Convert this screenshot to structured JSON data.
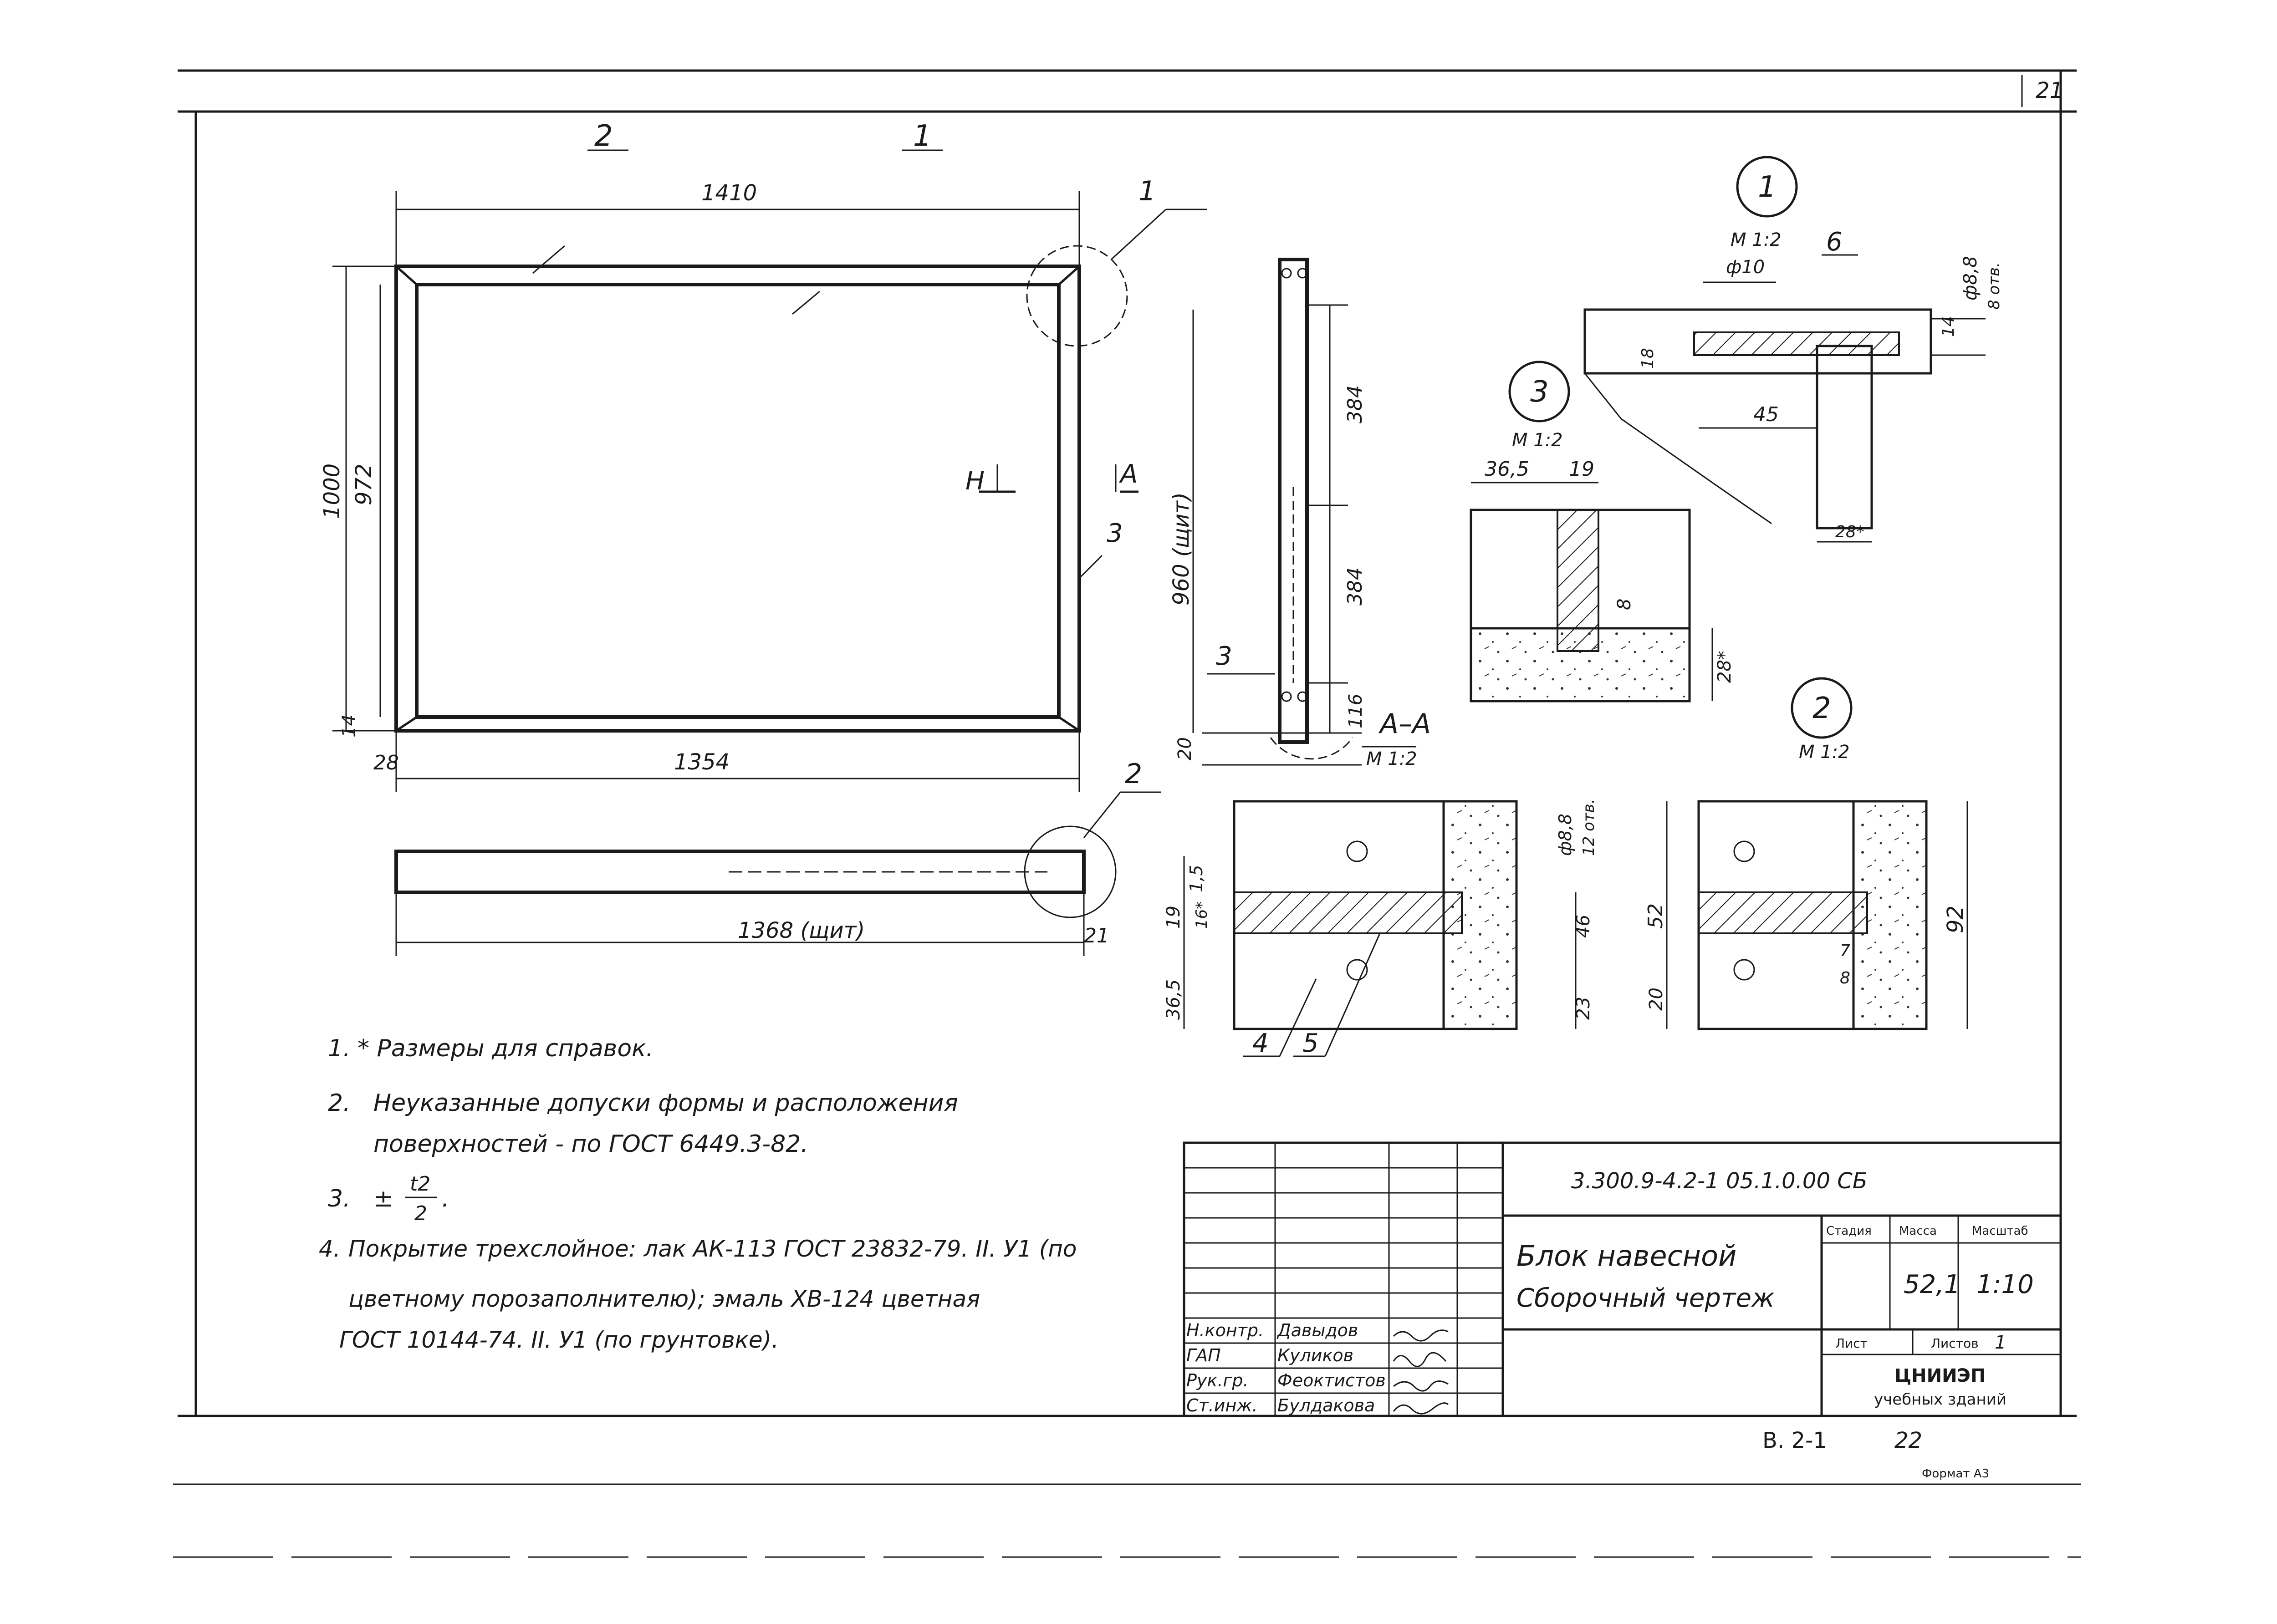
{
  "sheet": {
    "corner_number": "21",
    "bottom_code": "В. 2-1",
    "bottom_page": "22",
    "format": "Формат А3"
  },
  "main_view": {
    "pos_label_2": "2",
    "pos_label_1": "1",
    "dim_width": "1410",
    "dim_height": "1000",
    "dim_inner_height": "972",
    "dim_inner_width": "1354",
    "dim_side": "28",
    "dim_bottom": "14",
    "callout_1": "1",
    "callout_3": "3",
    "section_mark": "А",
    "view_mark": "Н"
  },
  "side_view": {
    "dim_total": "960 (щит)",
    "dim_upper": "384",
    "dim_lower": "384",
    "dim_small": "116",
    "dim_base": "20",
    "callout_3": "3",
    "section_title": "А–А",
    "section_scale": "М 1:2"
  },
  "bottom_view": {
    "dim_length": "1368 (щит)",
    "dim_end": "21",
    "callout_2": "2"
  },
  "detail_1": {
    "number": "1",
    "scale": "М 1:2",
    "dim_phi": "ф10",
    "callout_6": "6",
    "dim_hole": "ф8,8",
    "hole_count": "8 отв.",
    "dim_14": "14",
    "dim_18": "18",
    "dim_45": "45",
    "dim_28": "28*"
  },
  "detail_3": {
    "number": "3",
    "scale": "М 1:2",
    "dim_36": "36,5",
    "dim_19": "19",
    "dim_8": "8",
    "dim_28": "28*"
  },
  "detail_2": {
    "number": "2",
    "scale": "М 1:2",
    "dim_52": "52",
    "dim_92": "92",
    "dim_20": "20",
    "dim_7": "7",
    "dim_8": "8"
  },
  "section_aa": {
    "dim_hole": "ф8,8",
    "hole_count": "12 отв.",
    "dim_15": "1,5",
    "dim_19": "19",
    "dim_16": "16*",
    "dim_36": "36,5",
    "dim_46": "46",
    "dim_23": "23",
    "callout_4": "4",
    "callout_5": "5"
  },
  "notes": [
    {
      "num": "1.",
      "text": "* Размеры для справок."
    },
    {
      "num": "2.",
      "text": "Неуказанные допуски формы и расположения",
      "text2": "поверхностей - по ГОСТ 6449.3-82."
    },
    {
      "num": "3.",
      "pm": "±",
      "frac_top": "t2",
      "frac_bottom": "2",
      "tail": "."
    },
    {
      "num": "4.",
      "text": "Покрытие трехслойное: лак АК-113 ГОСТ 23832-79. II. У1 (по",
      "text2": "цветному порозаполнителю); эмаль ХВ-124 цветная",
      "text3": "ГОСТ 10144-74. II. У1 (по грунтовке)."
    }
  ],
  "title_block": {
    "doc_code": "3.300.9-4.2-1 05.1.0.00 СБ",
    "title_line1": "Блок навесной",
    "title_line2": "Сборочный чертеж",
    "hdr_stage": "Стадия",
    "hdr_mass": "Масса",
    "hdr_scale": "Масштаб",
    "mass": "52,1",
    "scale": "1:10",
    "hdr_sheet": "Лист",
    "hdr_sheets": "Листов",
    "sheets": "1",
    "org_line1": "ЦНИИЭП",
    "org_line2": "учебных зданий",
    "staff": [
      {
        "role": "Н.контр.",
        "name": "Давыдов"
      },
      {
        "role": "ГАП",
        "name": "Куликов"
      },
      {
        "role": "Рук.гр.",
        "name": "Феоктистов"
      },
      {
        "role": "Ст.инж.",
        "name": "Булдакова"
      }
    ]
  }
}
